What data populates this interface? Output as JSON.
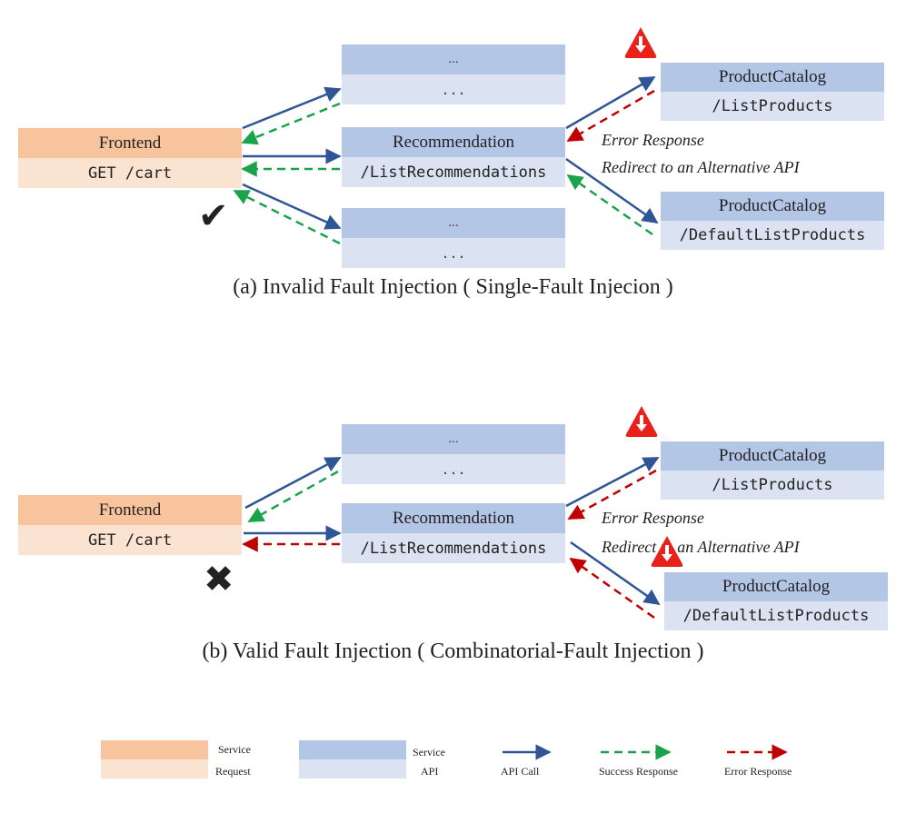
{
  "panel_a": {
    "caption": "(a) Invalid Fault Injection ( Single-Fault Injecion )",
    "frontend": {
      "service": "Frontend",
      "request": "GET /cart"
    },
    "top_service": {
      "service": "...",
      "api": "..."
    },
    "recommendation": {
      "service": "Recommendation",
      "api": "/ListRecommendations"
    },
    "bottom_service": {
      "service": "...",
      "api": "..."
    },
    "catalog_primary": {
      "service": "ProductCatalog",
      "api": "/ListProducts"
    },
    "catalog_alternative": {
      "service": "ProductCatalog",
      "api": "/DefaultListProducts"
    },
    "error_label": "Error Response",
    "redirect_label": "Redirect to an Alternative API",
    "result": "success"
  },
  "panel_b": {
    "caption": "(b) Valid Fault Injection ( Combinatorial-Fault Injection )",
    "frontend": {
      "service": "Frontend",
      "request": "GET /cart"
    },
    "top_service": {
      "service": "...",
      "api": "..."
    },
    "recommendation": {
      "service": "Recommendation",
      "api": "/ListRecommendations"
    },
    "catalog_primary": {
      "service": "ProductCatalog",
      "api": "/ListProducts"
    },
    "catalog_alternative": {
      "service": "ProductCatalog",
      "api": "/DefaultListProducts"
    },
    "error_label": "Error Response",
    "redirect_label": "Redirect to an Alternative API",
    "result": "failure"
  },
  "legend": {
    "service": "Service",
    "request": "Request",
    "service_blue": "Service",
    "api": "API",
    "api_call": "API Call",
    "success_response": "Success Response",
    "error_response": "Error Response"
  },
  "colors": {
    "service_orange": "#f8c49d",
    "request_orange": "#fbe3d2",
    "service_blue": "#b4c6e6",
    "api_blue": "#dbe3f2",
    "api_call": "#2f5597",
    "success": "#1aa34a",
    "error": "#c00000",
    "fault_icon": "#e8211a"
  }
}
